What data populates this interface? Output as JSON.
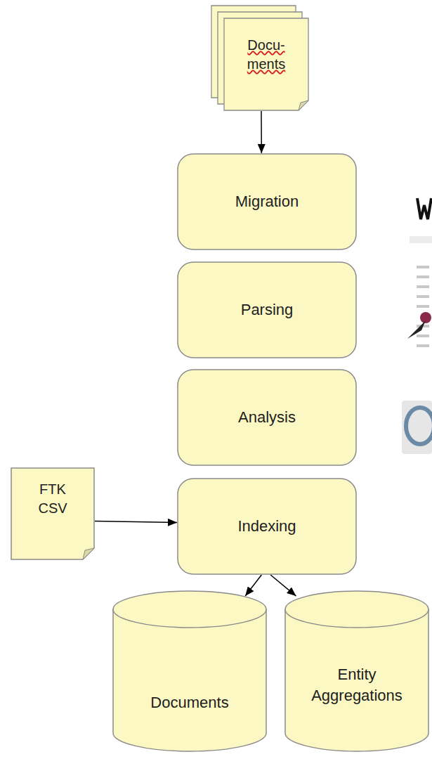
{
  "diagram": {
    "nodes": [
      {
        "text": [
          "Docu- ments"
        ]
      },
      {
        "text": [
          "Migration"
        ]
      },
      {
        "text": [
          "Parsing"
        ]
      },
      {
        "text": [
          "Analysis"
        ]
      },
      {
        "text": [
          "Indexing"
        ]
      },
      {
        "text": [
          "FTK CSV"
        ]
      },
      {
        "text": [
          "Documents"
        ]
      },
      {
        "text": [
          "Entity Aggregations"
        ]
      }
    ],
    "edges": [
      {
        "from": 0,
        "to": 1,
        "arrow": "to"
      },
      {
        "from": 5,
        "to": 4,
        "arrow": "to"
      },
      {
        "from": 4,
        "to": 6,
        "arrow": "to"
      },
      {
        "from": 4,
        "to": 7,
        "arrow": "to"
      }
    ]
  }
}
